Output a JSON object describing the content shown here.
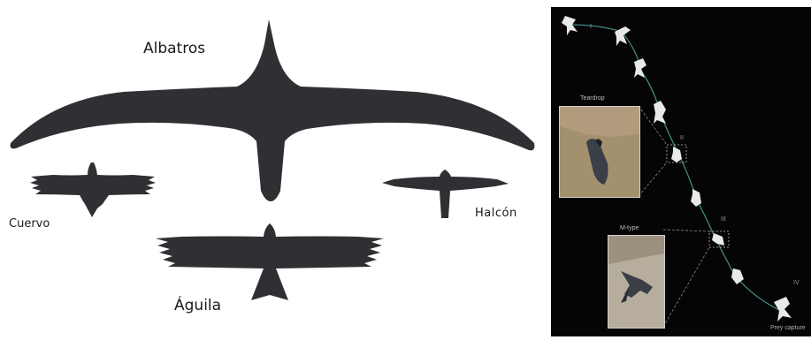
{
  "left_diagram": {
    "silhouette_color": "#2f3033",
    "labels": {
      "albatros": "Albatros",
      "cuervo": "Cuervo",
      "halcon": "Halcón",
      "aguila": "Águila"
    }
  },
  "right_diagram": {
    "background_color": "#050505",
    "path_color": "#3f8a86",
    "insets": {
      "teardrop": "Teardrop",
      "mtype": "M-type"
    },
    "phases": [
      "I",
      "II",
      "III",
      "IV"
    ],
    "footer": "Prey capture"
  }
}
